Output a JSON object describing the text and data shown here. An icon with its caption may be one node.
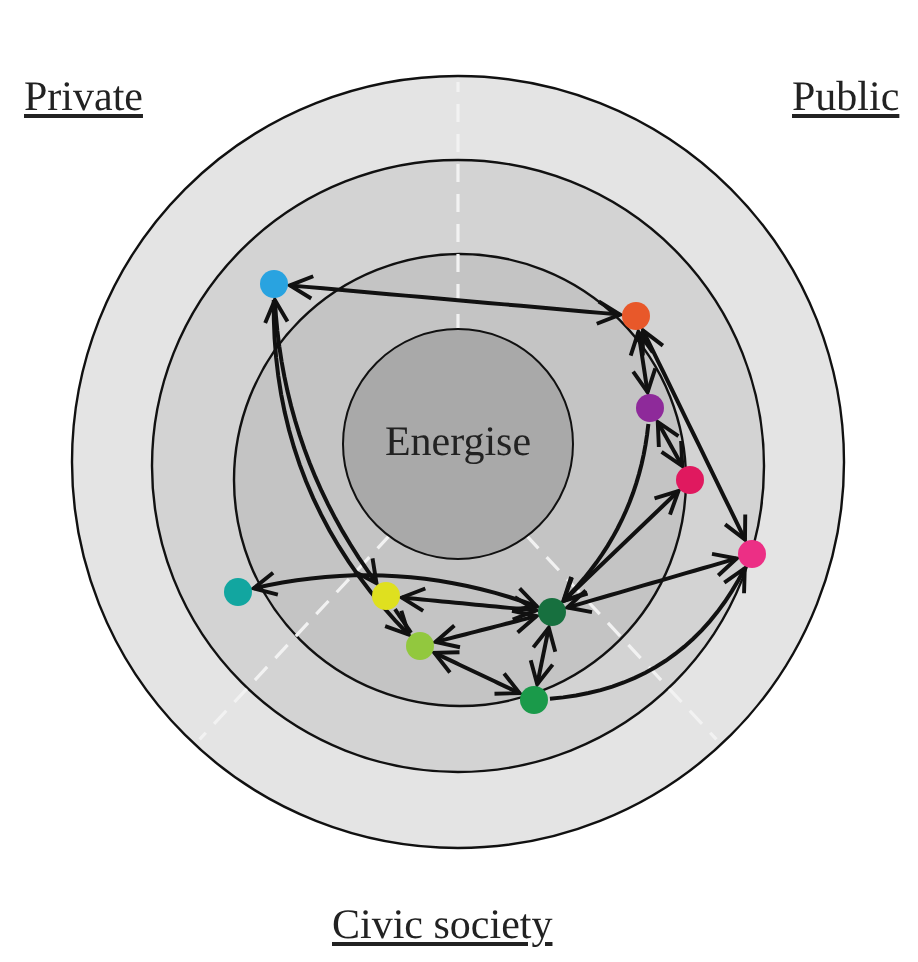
{
  "diagram": {
    "nodes": [
      {
        "text": [
          "Energise"
        ]
      },
      {
        "text": [],
        "shape": "circle"
      },
      {
        "text": [],
        "shape": "circle"
      },
      {
        "text": [],
        "shape": "circle"
      },
      {
        "text": [],
        "shape": "circle"
      },
      {
        "text": [],
        "shape": "circle"
      },
      {
        "text": [],
        "shape": "circle"
      },
      {
        "text": [],
        "shape": "circle"
      },
      {
        "text": [],
        "shape": "circle"
      },
      {
        "text": [],
        "shape": "circle"
      },
      {
        "text": [],
        "shape": "circle"
      }
    ],
    "edges": [
      {
        "from": 1,
        "to": 2,
        "arrow": "both"
      },
      {
        "from": 1,
        "to": 7,
        "arrow": "both"
      },
      {
        "from": 1,
        "to": 8,
        "arrow": "to"
      },
      {
        "from": 2,
        "to": 3,
        "arrow": "both"
      },
      {
        "from": 2,
        "to": 5,
        "arrow": "both"
      },
      {
        "from": 3,
        "to": 4,
        "arrow": "both"
      },
      {
        "from": 4,
        "to": 9,
        "arrow": "both"
      },
      {
        "from": 5,
        "to": 9,
        "arrow": "both"
      },
      {
        "from": 6,
        "to": 9,
        "arrow": "both"
      },
      {
        "from": 7,
        "to": 9,
        "arrow": "both"
      },
      {
        "from": 8,
        "to": 9,
        "arrow": "both"
      },
      {
        "from": 8,
        "to": 10,
        "arrow": "both"
      },
      {
        "from": 9,
        "to": 10,
        "arrow": "both"
      },
      {
        "from": 7,
        "to": 8,
        "arrow": "none"
      },
      {
        "from": 10,
        "to": 5,
        "arrow": "to"
      },
      {
        "from": 3,
        "to": 9,
        "arrow": "to"
      }
    ],
    "labels": [
      "Private",
      "Public",
      "Civic society"
    ]
  }
}
